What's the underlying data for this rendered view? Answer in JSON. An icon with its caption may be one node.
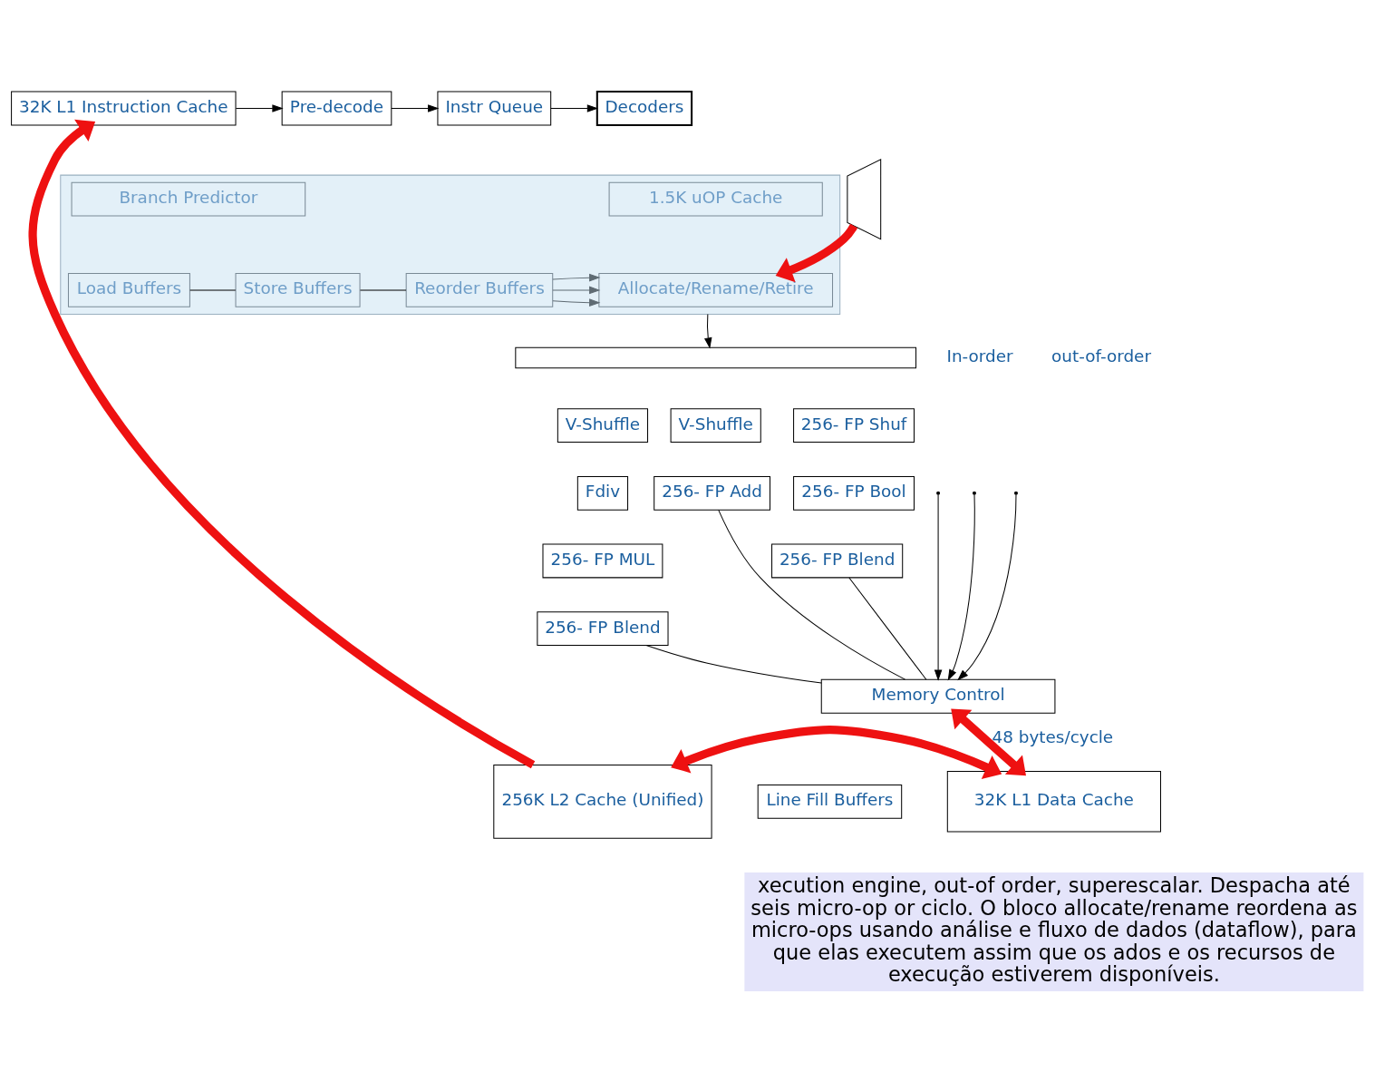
{
  "diagram": {
    "nodes": [
      {
        "text": [
          "32K L1 Instruction Cache"
        ]
      },
      {
        "text": [
          "Pre-decode"
        ]
      },
      {
        "text": [
          "Instr Queue"
        ]
      },
      {
        "text": [
          "Decoders"
        ]
      },
      {
        "text": [],
        "shape": "box"
      },
      {
        "text": [
          "Branch Predictor"
        ],
        "in": 4
      },
      {
        "text": [
          "1.5K uOP Cache"
        ],
        "in": 4
      },
      {
        "text": [
          "Load Buffers"
        ],
        "in": 4
      },
      {
        "text": [
          "Store Buffers"
        ],
        "in": 4
      },
      {
        "text": [
          "Reorder Buffers"
        ],
        "in": 4
      },
      {
        "text": [
          "Allocate/Rename/Retire"
        ],
        "in": 4
      },
      {
        "text": [],
        "shape": "trapezoid"
      },
      {
        "text": [],
        "shape": "box"
      },
      {
        "text": [
          "V-Shuffle"
        ]
      },
      {
        "text": [
          "Fdiv"
        ]
      },
      {
        "text": [
          "256- FP MUL"
        ]
      },
      {
        "text": [
          "256- FP Blend"
        ]
      },
      {
        "text": [
          "V-Shuffle"
        ]
      },
      {
        "text": [
          "256- FP Add"
        ]
      },
      {
        "text": [
          "256- FP Shuf"
        ]
      },
      {
        "text": [
          "256- FP Bool"
        ]
      },
      {
        "text": [
          "256- FP Blend"
        ]
      },
      {
        "text": [
          "Memory Control"
        ]
      },
      {
        "text": [
          "256K L2 Cache (Unified)"
        ]
      },
      {
        "text": [
          "Line Fill Buffers"
        ]
      },
      {
        "text": [
          "32K L1 Data Cache"
        ]
      }
    ],
    "edges": [
      {
        "from": 0,
        "to": 1,
        "arrow": "to"
      },
      {
        "from": 1,
        "to": 2,
        "arrow": "to"
      },
      {
        "from": 2,
        "to": 3,
        "arrow": "to"
      },
      {
        "from": 7,
        "to": 8,
        "arrow": "none"
      },
      {
        "from": 8,
        "to": 9,
        "arrow": "none"
      },
      {
        "from": 9,
        "to": 10,
        "arrow": "to",
        "color": "#5f6b73"
      },
      {
        "from": 9,
        "to": 10,
        "arrow": "to",
        "color": "#5f6b73"
      },
      {
        "from": 9,
        "to": 10,
        "arrow": "to",
        "color": "#5f6b73"
      },
      {
        "from": 11,
        "to": 10,
        "arrow": "to",
        "style": "thick",
        "color": "#ee1111"
      },
      {
        "from": 4,
        "to": 12,
        "arrow": "to"
      },
      {
        "from": 16,
        "to": 22,
        "arrow": "none"
      },
      {
        "from": 18,
        "to": 22,
        "arrow": "none"
      },
      {
        "from": 21,
        "to": 22,
        "arrow": "none"
      },
      {
        "from": null,
        "to": 22,
        "arrow": "to"
      },
      {
        "from": null,
        "to": 22,
        "arrow": "to"
      },
      {
        "from": null,
        "to": 22,
        "arrow": "to"
      },
      {
        "from": 22,
        "to": 25,
        "arrow": "both",
        "label": "48 bytes/cycle",
        "style": "thick",
        "color": "#ee1111"
      },
      {
        "from": 23,
        "to": 25,
        "arrow": "both",
        "style": "thick",
        "color": "#ee1111"
      },
      {
        "from": 23,
        "to": 0,
        "arrow": "to",
        "style": "thick",
        "color": "#ee1111"
      }
    ],
    "labels": [
      "In-order",
      "out-of-order",
      "xecution engine, out-of order, superescalar. Despacha até seis micro-op or ciclo. O bloco allocate/rename reordena as micro-ops usando análise e fluxo de dados (dataflow), para que elas executem assim que os ados e os recursos de execução estiverem disponíveis."
    ]
  }
}
